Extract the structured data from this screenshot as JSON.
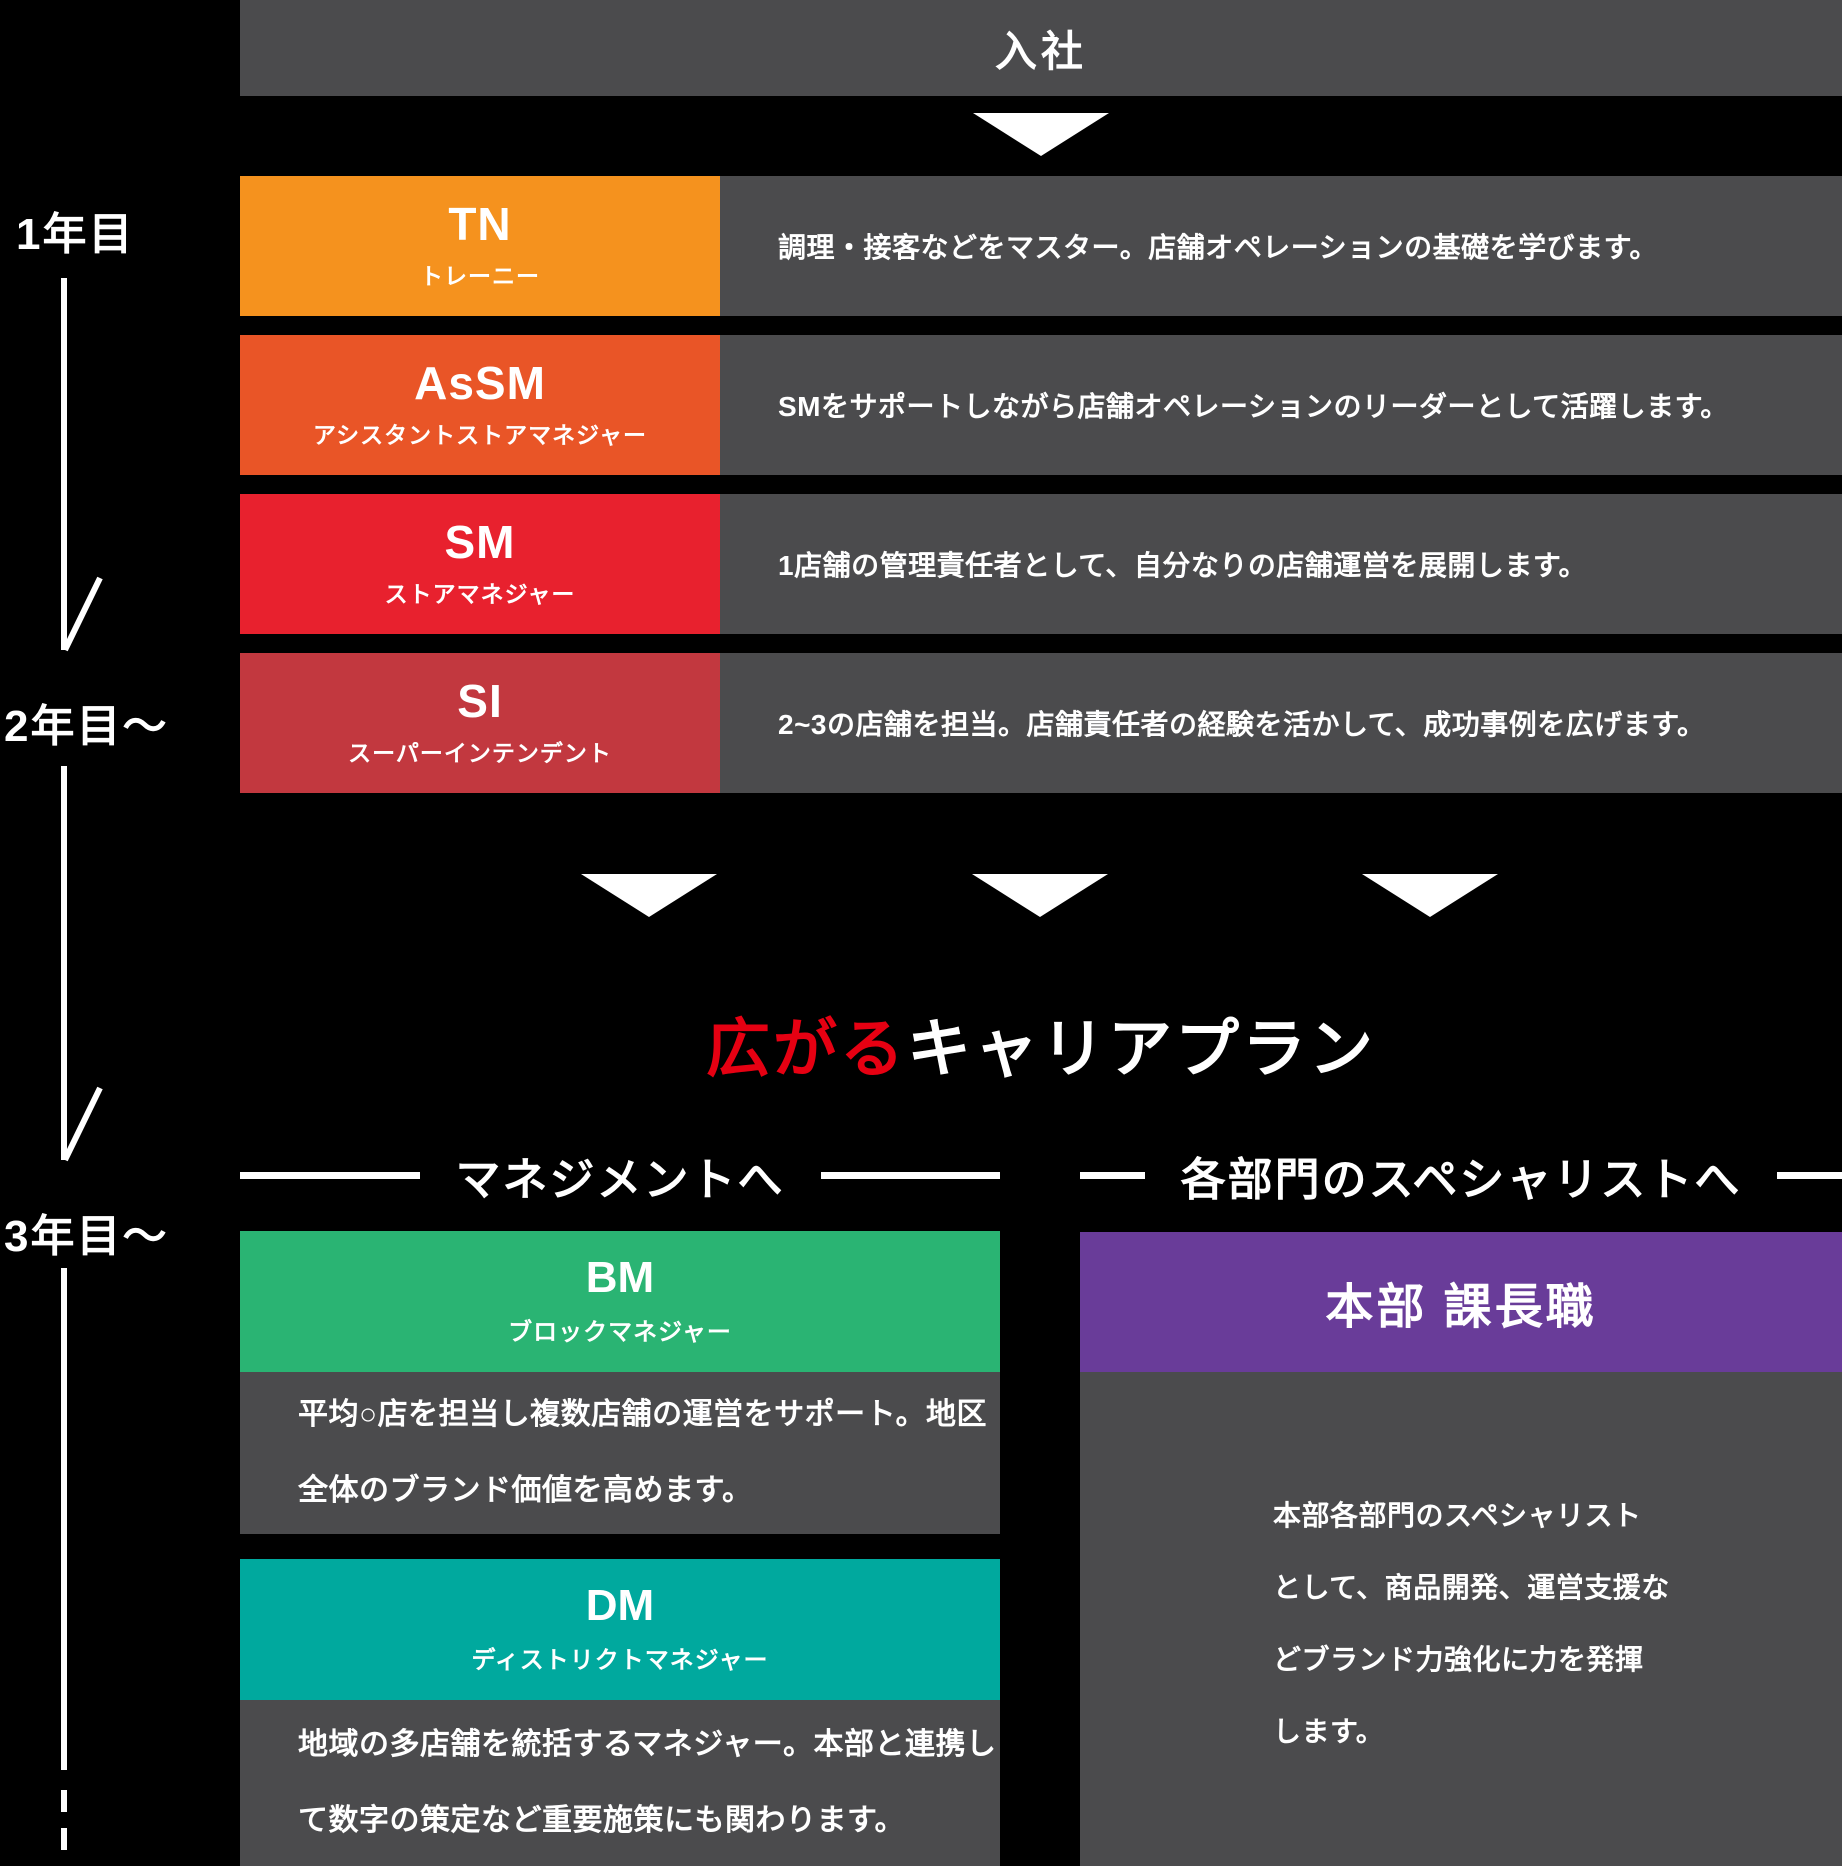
{
  "top": {
    "label": "入社"
  },
  "timeline": {
    "year1": "1年目",
    "year2": "2年目〜",
    "year3": "3年目〜"
  },
  "stages": [
    {
      "acronym": "TN",
      "name": "トレーニー",
      "color": "#F5921E",
      "description": "調理・接客などをマスター。店舗オペレーションの基礎を学びます。"
    },
    {
      "acronym": "AsSM",
      "name": "アシスタントストアマネジャー",
      "color": "#E95527",
      "description": "SMをサポートしながら店舗オペレーションのリーダーとして活躍します。"
    },
    {
      "acronym": "SM",
      "name": "ストアマネジャー",
      "color": "#E8212E",
      "description": "1店舗の管理責任者として、自分なりの店舗運営を展開します。"
    },
    {
      "acronym": "SI",
      "name": "スーパーインテンデント",
      "color": "#C2383F",
      "description": "2~3の店舗を担当。店舗責任者の経験を活かして、成功事例を広げます。"
    }
  ],
  "expand_title": {
    "highlight": "広がる",
    "rest": "キャリアプラン",
    "highlight_color": "#E60012"
  },
  "management": {
    "header": "マネジメントへ",
    "roles": [
      {
        "acronym": "BM",
        "name": "ブロックマネジャー",
        "color": "#2AB473",
        "desc_line1": "平均○店を担当し複数店舗の運営をサポート。地区",
        "desc_line2": "全体のブランド価値を高めます。"
      },
      {
        "acronym": "DM",
        "name": "ディストリクトマネジャー",
        "color": "#00A99E",
        "desc_line1": "地域の多店舗を統括するマネジャー。本部と連携し",
        "desc_line2": "て数字の策定など重要施策にも関わります。"
      }
    ]
  },
  "specialist": {
    "header": "各部門のスペシャリストへ",
    "role_title": "本部 課長職",
    "role_color": "#693C99",
    "desc_line1": "本部各部門のスペシャリスト",
    "desc_line2": "として、商品開発、運営支援な",
    "desc_line3": "どブランド力強化に力を発揮",
    "desc_line4": "します。"
  },
  "colors": {
    "background": "#000000",
    "panel_gray": "#4B4B4D",
    "arrow_white": "#FFFFFF"
  }
}
